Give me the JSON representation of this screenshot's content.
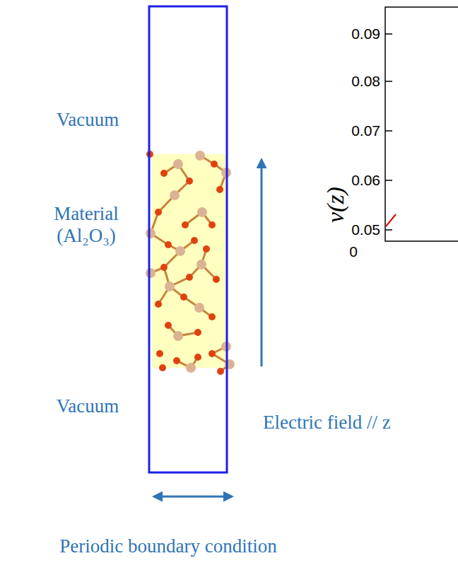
{
  "diagram": {
    "labels": [
      "Vacuum",
      "Material (Al₂O₃)",
      "Vacuum",
      "Electric field // z",
      "Periodic boundary condition",
      "v(z)",
      "0.09",
      "0.08",
      "0.07",
      "0.06",
      "0.05",
      "0"
    ]
  }
}
